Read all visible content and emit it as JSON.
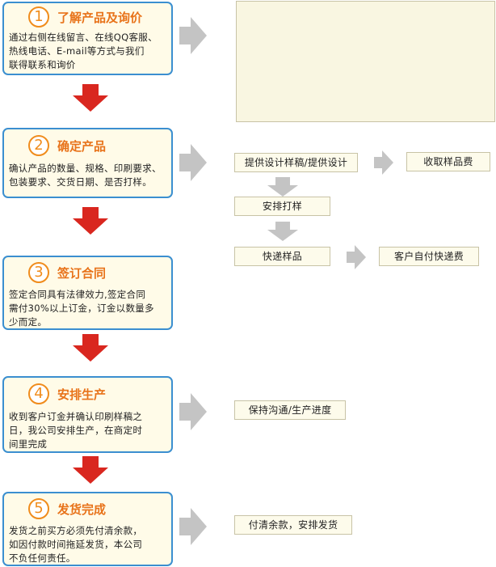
{
  "steps": [
    {
      "num": "1",
      "title": "了解产品及询价",
      "lines": [
        "通过右侧在线留言、在线QQ客服、",
        "热线电话、E-mail等方式与我们",
        "联得联系和询价"
      ]
    },
    {
      "num": "2",
      "title": "确定产品",
      "lines": [
        "确认产品的数量、规格、印刷要求、",
        "包装要求、交货日期、是否打样。"
      ]
    },
    {
      "num": "3",
      "title": "签订合同",
      "lines": [
        "签定合同具有法律效力,签定合同",
        "需付30%以上订金，订金以数量多",
        "少而定。"
      ]
    },
    {
      "num": "4",
      "title": "安排生产",
      "lines": [
        "收到客户订金并确认印刷样稿之",
        "日，我公司安排生产，在商定时",
        "间里完成"
      ]
    },
    {
      "num": "5",
      "title": "发货完成",
      "lines": [
        "发货之前买方必须先付清余款，",
        "如因付款时间拖延发货，本公司",
        "不负任何责任。"
      ]
    }
  ],
  "boxes": {
    "design": "提供设计样稿/提供设计",
    "fee": "收取样品费",
    "proof": "安排打样",
    "express": "快递样品",
    "customer_pays": "客户自付快递费",
    "communicate": "保持沟通/生产进度",
    "payment": "付清余款，安排发货"
  },
  "colors": {
    "step_border": "#3b8fd0",
    "step_fill": "#fffbe8",
    "title": "#e8731a",
    "down_arrow": "#d9271f",
    "side_arrow": "#c4c4c4"
  }
}
